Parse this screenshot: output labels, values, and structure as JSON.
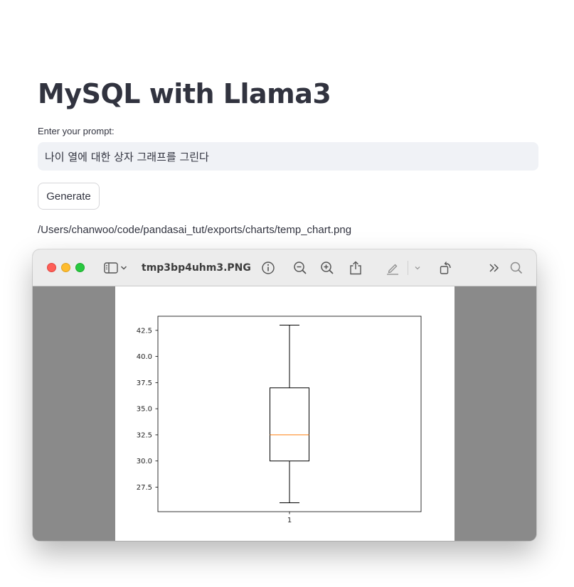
{
  "app": {
    "title": "MySQL with Llama3"
  },
  "prompt": {
    "label": "Enter your prompt:",
    "value": "나이 열에 대한 상자 그래프를 그린다"
  },
  "generate_button": {
    "label": "Generate"
  },
  "output": {
    "path": "/Users/chanwoo/code/pandasai_tut/exports/charts/temp_chart.png"
  },
  "preview_window": {
    "document_title": "tmp3bp4uhm3.PNG",
    "toolbar_icons": [
      "sidebar-icon",
      "chevron-down-icon",
      "info-icon",
      "zoom-out-icon",
      "zoom-in-icon",
      "share-icon",
      "markup-pen-icon",
      "chevron-down-icon",
      "rotate-icon",
      "more-icon",
      "search-icon"
    ]
  },
  "chart_data": {
    "type": "boxplot",
    "categories": [
      "1"
    ],
    "box": {
      "min": 26.0,
      "q1": 30.0,
      "median": 32.5,
      "q3": 37.0,
      "max": 43.0
    },
    "yticks": [
      "27.5",
      "30.0",
      "32.5",
      "35.0",
      "37.5",
      "40.0",
      "42.5"
    ],
    "ytick_values": [
      27.5,
      30.0,
      32.5,
      35.0,
      37.5,
      40.0,
      42.5
    ],
    "ylim": [
      25.15,
      43.85
    ],
    "median_color": "#ff7f0e",
    "line_color": "#000000"
  }
}
